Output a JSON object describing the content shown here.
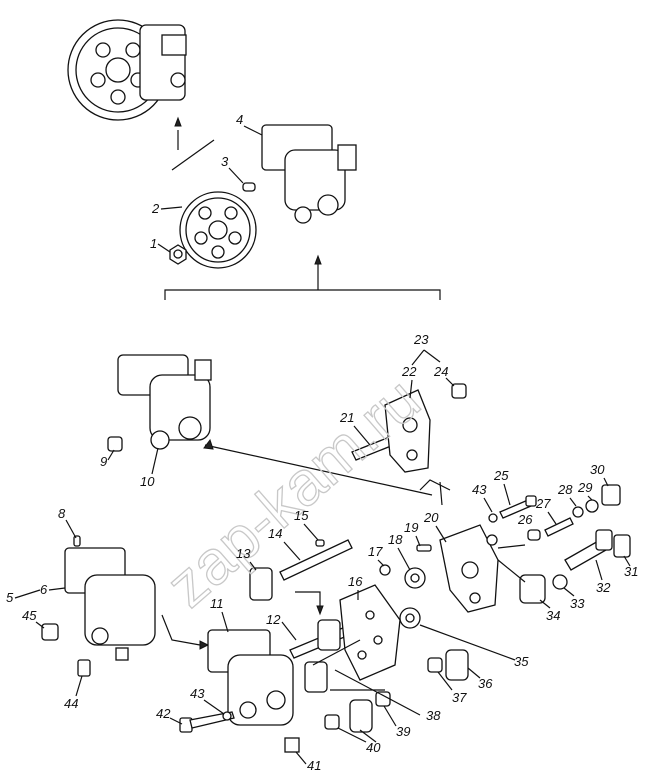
{
  "watermark": "zap-kam.ru",
  "callouts": [
    "1",
    "2",
    "3",
    "4",
    "5",
    "6",
    "8",
    "9",
    "10",
    "11",
    "12",
    "13",
    "14",
    "15",
    "16",
    "17",
    "18",
    "19",
    "20",
    "21",
    "22",
    "23",
    "24",
    "25",
    "26",
    "27",
    "28",
    "29",
    "30",
    "31",
    "32",
    "33",
    "34",
    "35",
    "36",
    "37",
    "38",
    "39",
    "40",
    "41",
    "42",
    "43",
    "43",
    "44",
    "45"
  ],
  "colors": {
    "line": "#111111",
    "watermark": "#c8c8c8"
  }
}
